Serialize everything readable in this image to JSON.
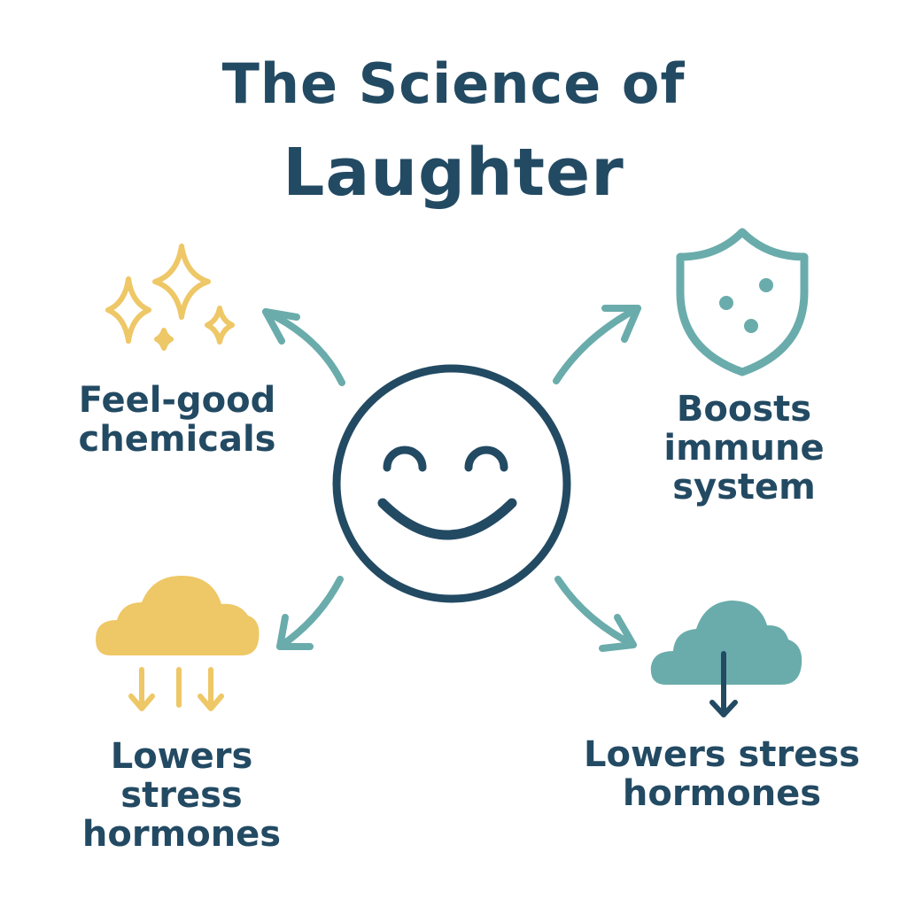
{
  "title": {
    "line1": "The Science of",
    "line2": "Laughter"
  },
  "center": {
    "icon": "smiley-face-icon"
  },
  "benefits": [
    {
      "position": "top-left",
      "icon": "sparkles-icon",
      "lines": [
        "Feel-good",
        "chemicals"
      ]
    },
    {
      "position": "top-right",
      "icon": "shield-icon",
      "lines": [
        "Boosts",
        "immune",
        "system"
      ]
    },
    {
      "position": "bottom-left",
      "icon": "cloud-down-arrows-icon",
      "lines": [
        "Lowers",
        "stress",
        "hormones"
      ]
    },
    {
      "position": "bottom-right",
      "icon": "cloud-down-arrow-icon",
      "lines": [
        "Lowers stress",
        "hormones"
      ]
    }
  ],
  "colors": {
    "navy": "#234a63",
    "teal": "#6aacab",
    "gold": "#eec766",
    "background": "#ffffff"
  }
}
